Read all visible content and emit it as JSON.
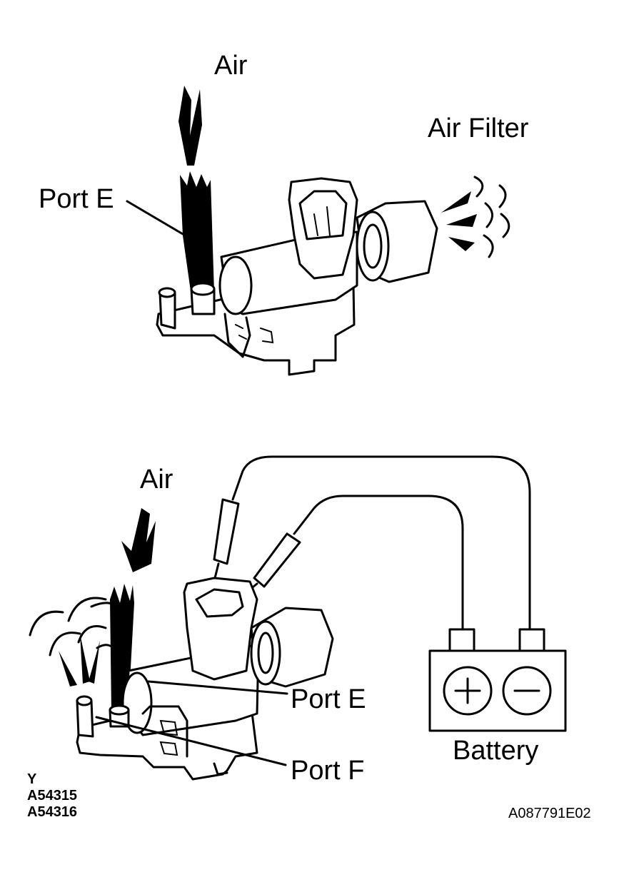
{
  "top_figure": {
    "air_label": "Air",
    "port_e_label": "Port E",
    "air_filter_label": "Air Filter"
  },
  "bottom_figure": {
    "air_label": "Air",
    "port_e_label": "Port E",
    "port_f_label": "Port F",
    "battery_label": "Battery",
    "plus_symbol": "+",
    "minus_symbol": "−"
  },
  "footer": {
    "code_y": "Y",
    "code_1": "A54315",
    "code_2": "A54316",
    "figure_id": "A087791E02"
  }
}
